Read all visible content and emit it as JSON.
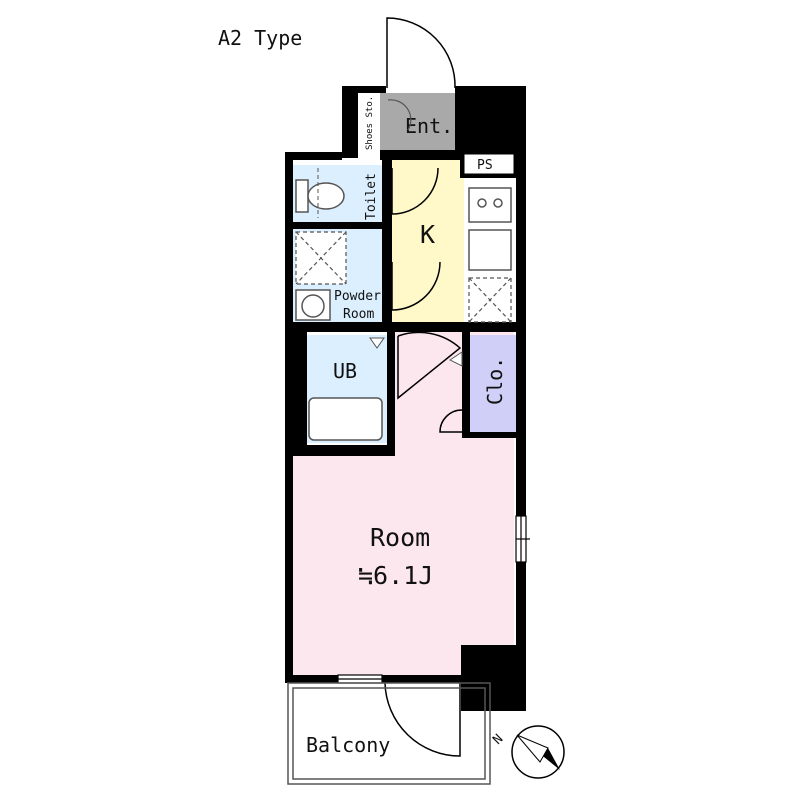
{
  "plan_title": "A2 Type",
  "rooms": {
    "entrance": "Ent.",
    "shoes_storage": "Shoes Sto.",
    "ps": "PS",
    "toilet": "Toilet",
    "kitchen": "K",
    "powder_room_line1": "Powder",
    "powder_room_line2": "Room",
    "unit_bath": "UB",
    "closet": "Clo.",
    "room": "Room",
    "room_size": "≒6.1J",
    "balcony": "Balcony"
  },
  "compass": {
    "label": "N",
    "icon": "north-arrow-icon"
  },
  "colors": {
    "wall": "#000000",
    "entrance": "#a9a9a9",
    "wet_area": "#dcefff",
    "kitchen": "#fff8c9",
    "closet": "#d0cff8",
    "room": "#fde7ef",
    "fixture_stroke": "#555555"
  }
}
